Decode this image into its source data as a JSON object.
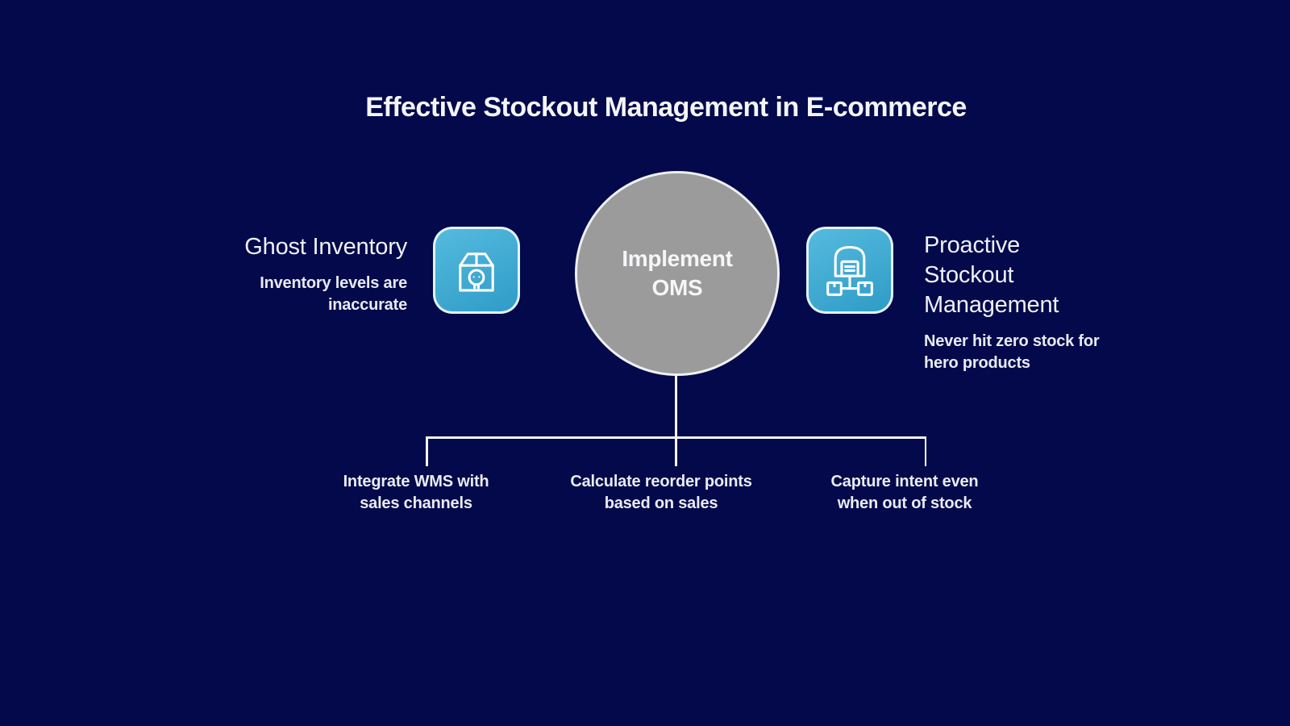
{
  "title": "Effective Stockout Management in E-commerce",
  "center_node": {
    "lines": [
      "Implement",
      "OMS"
    ]
  },
  "left_node": {
    "title": "Ghost Inventory",
    "description": "Inventory levels are inaccurate",
    "icon": "ghost-package-icon"
  },
  "right_node": {
    "title": "Proactive Stockout Management",
    "description": "Never hit zero stock for hero products",
    "icon": "warehouse-network-icon"
  },
  "branches": [
    {
      "label": "Integrate WMS with sales channels"
    },
    {
      "label": "Calculate reorder points based on sales"
    },
    {
      "label": "Capture intent even when out of stock"
    }
  ],
  "colors": {
    "background": "#03094a",
    "accent_blue_light": "#55bade",
    "accent_blue_dark": "#2f9cc7",
    "circle_gray": "#9b9b9b",
    "line_white": "#f2f3f5"
  }
}
